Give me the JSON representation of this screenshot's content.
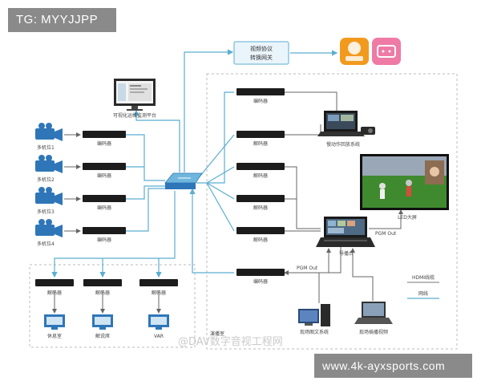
{
  "header_tag": "TG: MYYJJPP",
  "footer_site": "www.4k-ayxsports.com",
  "watermark": "@DAV数字音视工程网",
  "protocol_box": [
    "视频协议",
    "转换网关"
  ],
  "monitor_platform": "可视化运维监测平台",
  "cameras": [
    "多机位1",
    "多机位2",
    "多机位3",
    "多机位4"
  ],
  "encoder": "编码器",
  "decoder": "解码器",
  "playback_system": "慢动作回放系统",
  "led_screen": "LED大屏",
  "director": "导播台",
  "pgm_out": "PGM Out",
  "outputs": [
    "休息室",
    "解说席",
    "VAR"
  ],
  "studio": "演播室",
  "field_graphics": "现场图文系统",
  "field_video": "现场插播视频",
  "legend": {
    "hdmi": "HDMI线缆",
    "network": "网线"
  },
  "colors": {
    "network": "#5aaed0",
    "hdmi": "#777777",
    "device": "#1c1c1c",
    "accent": "#2f76b8"
  }
}
